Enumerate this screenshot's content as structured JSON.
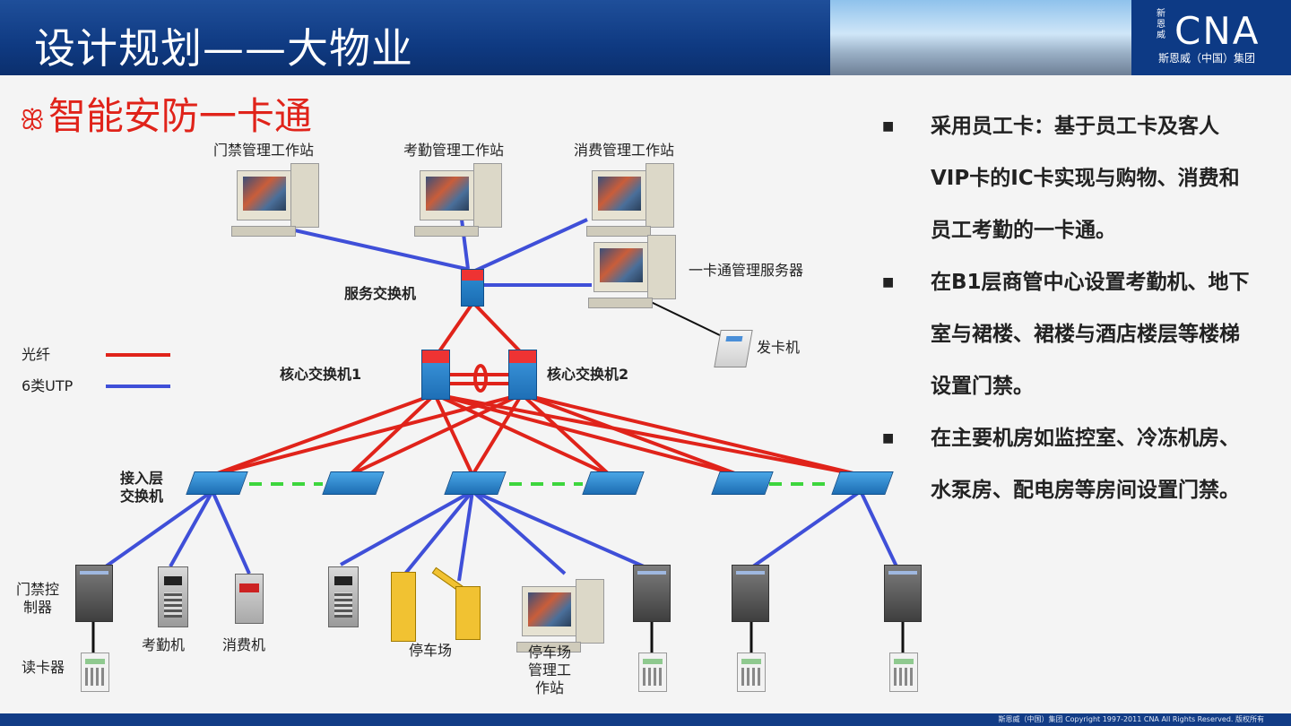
{
  "header": {
    "title": "设计规划——大物业",
    "logo": {
      "brand": "CNA",
      "vertical": "新恩威",
      "subtitle": "斯恩威（中国）集团"
    }
  },
  "section_title": "智能安防一卡通",
  "diagram": {
    "workstations": {
      "access_control": "门禁管理工作站",
      "attendance": "考勤管理工作站",
      "consumption": "消费管理工作站"
    },
    "service_switch": "服务交换机",
    "card_server": "一卡通管理服务器",
    "card_issuer": "发卡机",
    "core_switch_1": "核心交换机1",
    "core_switch_2": "核心交换机2",
    "legend": {
      "fiber": "光纤",
      "utp": "6类UTP",
      "fiber_color": "#e0231a",
      "utp_color": "#3f4fd8"
    },
    "access_layer_switch": "接入层\n交换机",
    "access_controller": "门禁控\n制器",
    "card_reader": "读卡器",
    "attendance_machine": "考勤机",
    "consumption_machine": "消费机",
    "parking": "停车场",
    "parking_workstation": "停车场\n管理工\n作站",
    "colors": {
      "fiber": "#e0231a",
      "utp": "#3f4fd8",
      "dash": "#3dd63d"
    }
  },
  "bullets": [
    "采用员工卡：基于员工卡及客人VIP卡的IC卡实现与购物、消费和员工考勤的一卡通。",
    "在B1层商管中心设置考勤机、地下室与裙楼、裙楼与酒店楼层等楼梯设置门禁。",
    "在主要机房如监控室、冷冻机房、水泵房、配电房等房间设置门禁。"
  ],
  "footer": {
    "copyright": "斯恩威（中国）集团    Copyright 1997-2011 CNA All Rights Reserved. 版权所有"
  }
}
